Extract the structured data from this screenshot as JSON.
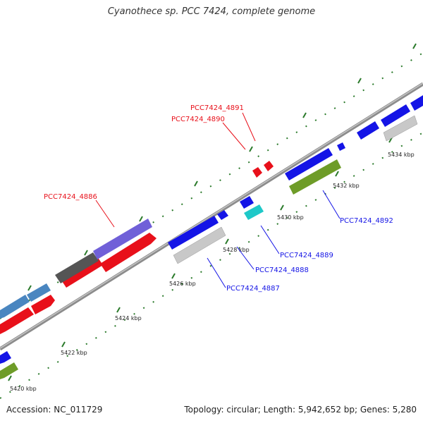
{
  "title": "Cyanothece sp. PCC 7424, complete genome",
  "footer": {
    "accession": "Accession: NC_011729",
    "stats": "Topology: circular; Length: 5,942,652 bp; Genes: 5,280"
  },
  "colors": {
    "forward_strand_gene": "#e8101a",
    "reverse_strand_gene": "#1414e6",
    "cds_gray": "#c8c8c8",
    "cds_olive": "#6e9c28",
    "cds_cyan": "#1ec8c8",
    "cds_purple": "#7060d8",
    "cds_dark": "#555555",
    "cds_steel": "#4a86c0",
    "tick_green": "#2a7a2a",
    "backbone": "#909090"
  },
  "ticks": [
    {
      "label": "5420 kbp",
      "kbp": 5420
    },
    {
      "label": "5422 kbp",
      "kbp": 5422
    },
    {
      "label": "5424 kbp",
      "kbp": 5424
    },
    {
      "label": "5426 kbp",
      "kbp": 5426
    },
    {
      "label": "5428 kbp",
      "kbp": 5428
    },
    {
      "label": "5430 kbp",
      "kbp": 5430
    },
    {
      "label": "5432 kbp",
      "kbp": 5432
    },
    {
      "label": "5434 kbp",
      "kbp": 5434
    }
  ],
  "genes": [
    {
      "id": "PCC7424_4886",
      "label": "PCC7424_4886",
      "strand": "forward",
      "color": "#e8101a"
    },
    {
      "id": "PCC7424_4887",
      "label": "PCC7424_4887",
      "strand": "reverse",
      "color": "#1414e6"
    },
    {
      "id": "PCC7424_4888",
      "label": "PCC7424_4888",
      "strand": "reverse",
      "color": "#1414e6"
    },
    {
      "id": "PCC7424_4889",
      "label": "PCC7424_4889",
      "strand": "reverse",
      "color": "#1414e6"
    },
    {
      "id": "PCC7424_4890",
      "label": "PCC7424_4890",
      "strand": "forward",
      "color": "#e8101a"
    },
    {
      "id": "PCC7424_4891",
      "label": "PCC7424_4891",
      "strand": "forward",
      "color": "#e8101a"
    },
    {
      "id": "PCC7424_4892",
      "label": "PCC7424_4892",
      "strand": "reverse",
      "color": "#1414e6"
    }
  ]
}
